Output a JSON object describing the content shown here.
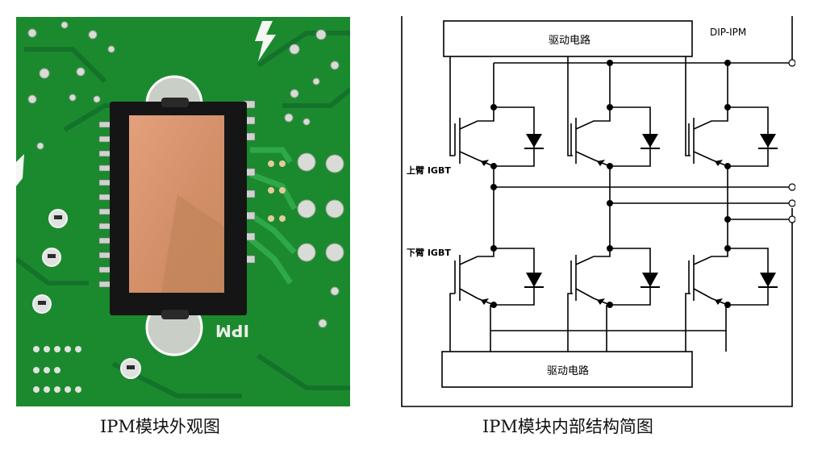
{
  "photo": {
    "silk_text": "IPM",
    "caption": "IPM模块外观图"
  },
  "schematic": {
    "module_label": "DIP-IPM",
    "driver_top": "驱动电路",
    "driver_bottom": "驱动电路",
    "upper_arm_label": "上臂 IGBT",
    "lower_arm_label": "下臂 IGBT",
    "caption": "IPM模块内部结构简图"
  },
  "colors": {
    "pcb_green": "#1b8a2e",
    "copper": "#d4906a",
    "package_black": "#151515",
    "line": "#000000"
  }
}
